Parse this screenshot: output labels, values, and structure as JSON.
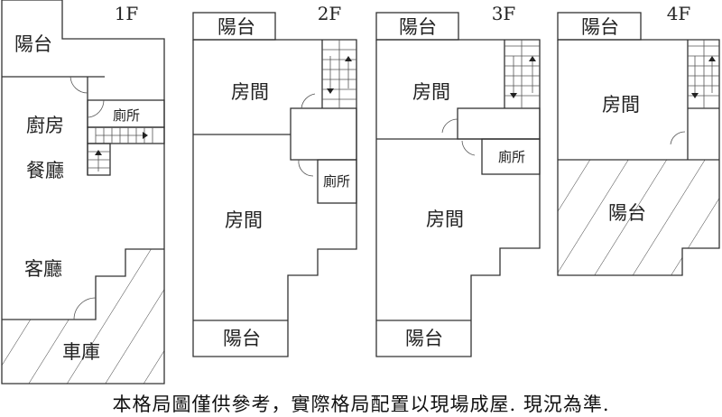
{
  "floors": {
    "f1": {
      "label": "1F",
      "balcony": "陽台",
      "kitchen": "廚房",
      "dining": "餐廳",
      "living": "客廳",
      "garage": "車庫",
      "toilet": "廁所"
    },
    "f2": {
      "label": "2F",
      "balcony_front": "陽台",
      "room1": "房間",
      "room2": "房間",
      "toilet": "廁所",
      "balcony_back": "陽台"
    },
    "f3": {
      "label": "3F",
      "balcony_front": "陽台",
      "room1": "房間",
      "room2": "房間",
      "toilet": "廁所",
      "balcony_back": "陽台"
    },
    "f4": {
      "label": "4F",
      "balcony_front": "陽台",
      "room": "房間",
      "terrace": "陽台"
    }
  },
  "footer_note": "本格局圖僅供參考，實際格局配置以現場成屋. 現況為準."
}
